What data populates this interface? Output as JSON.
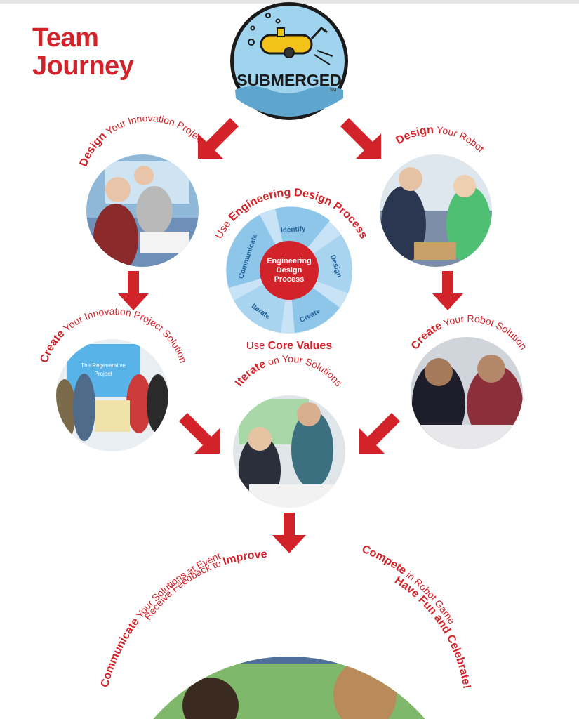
{
  "title": {
    "line1": "Team",
    "line2": "Journey"
  },
  "logo": {
    "text": "SUBMERGED",
    "tm": "SM"
  },
  "steps": {
    "design_project": {
      "bold": "Design",
      "rest": " Your Innovation Project"
    },
    "design_robot": {
      "bold": "Design",
      "rest": " Your Robot"
    },
    "create_project": {
      "bold": "Create",
      "rest": " Your Innovation Project Solution"
    },
    "create_robot": {
      "bold": "Create",
      "rest": " Your Robot Solution"
    },
    "iterate": {
      "bold": "Iterate",
      "rest": " on Your Solutions"
    },
    "communicate": {
      "bold": "Communicate",
      "rest": " Your Solutions at Event"
    },
    "improve": {
      "pre": "Receive Feedback to ",
      "bold": "Improve"
    },
    "compete": {
      "bold": "Compete",
      "rest": " in Robot Game"
    },
    "celebrate": {
      "bold": "Have Fun and Celebrate!"
    }
  },
  "edp": {
    "use_edp": {
      "pre": "Use ",
      "bold": "Engineering Design Process"
    },
    "use_cv": {
      "pre": "Use ",
      "bold": "Core Values"
    },
    "center": [
      "Engineering",
      "Design",
      "Process"
    ],
    "segments": [
      "Identify",
      "Design",
      "Create",
      "Iterate",
      "Communicate"
    ]
  },
  "projector_text": [
    "The Regenerative",
    "Project"
  ],
  "colors": {
    "red": "#d3232a",
    "blue_light": "#c7e3f5",
    "blue_mid": "#8ec6ea",
    "blue_dark": "#3b7fc0",
    "logo_bg": "#9fd3ee"
  }
}
